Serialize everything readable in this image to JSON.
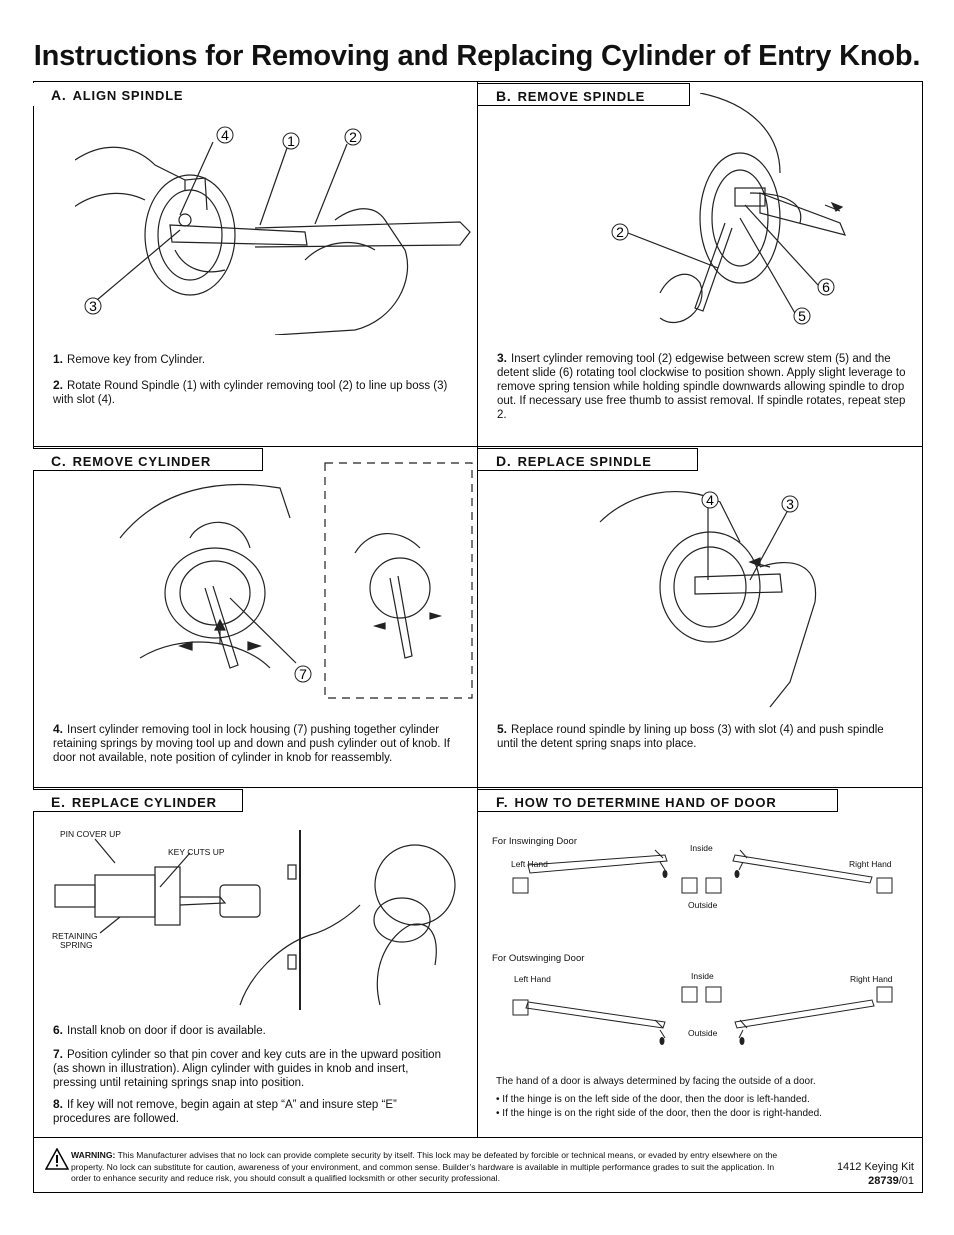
{
  "title": "Instructions for Removing and Replacing Cylinder of Entry Knob.",
  "sections": {
    "a": {
      "letter": "A.",
      "label": "ALIGN SPINDLE"
    },
    "b": {
      "letter": "B.",
      "label": "REMOVE SPINDLE"
    },
    "c": {
      "letter": "C.",
      "label": "REMOVE CYLINDER"
    },
    "d": {
      "letter": "D.",
      "label": "REPLACE SPINDLE"
    },
    "e": {
      "letter": "E.",
      "label": "REPLACE CYLINDER"
    },
    "f": {
      "letter": "F.",
      "label": "HOW TO DETERMINE HAND OF DOOR"
    }
  },
  "steps": {
    "s1": {
      "num": "1.",
      "text": "Remove key from Cylinder."
    },
    "s2": {
      "num": "2.",
      "text": "Rotate Round Spindle (1) with cylinder removing tool (2) to line up boss (3) with slot (4)."
    },
    "s3": {
      "num": "3.",
      "text": "Insert cylinder removing tool (2) edgewise between screw stem (5) and the detent slide (6) rotating tool clockwise to position shown.  Apply slight leverage to remove spring tension while holding spindle downwards allowing spindle to drop out.  If necessary use free thumb to assist removal.  If spindle rotates, repeat step 2."
    },
    "s4": {
      "num": "4.",
      "text": "Insert cylinder removing tool in lock housing (7) pushing together cylinder retaining springs by moving tool up and down and push cylinder out of knob.  If door not available, note position of cylinder in knob for reassembly."
    },
    "s5": {
      "num": "5.",
      "text": "Replace round spindle by lining up boss (3) with slot (4) and push spindle until the detent spring snaps into place."
    },
    "s6": {
      "num": "6.",
      "text": "Install knob on door if door is available."
    },
    "s7": {
      "num": "7.",
      "text": "Position cylinder so that pin cover and key cuts are in the upward position (as shown in illustration).  Align cylinder with guides in knob and insert, pressing until retaining springs snap into position."
    },
    "s8": {
      "num": "8.",
      "text": "If key will not remove, begin again at step “A” and insure step “E” procedures are followed."
    }
  },
  "callouts": {
    "a": [
      "4",
      "1",
      "2",
      "3"
    ],
    "b": [
      "2",
      "6",
      "5"
    ],
    "c": [
      "7"
    ],
    "d": [
      "4",
      "3"
    ]
  },
  "replace_cylinder_labels": {
    "pin_cover": "PIN COVER UP",
    "key_cuts": "KEY CUTS UP",
    "retaining": "RETAINING",
    "spring": "SPRING"
  },
  "hand": {
    "inswing_title": "For Inswinging Door",
    "outswing_title": "For Outswinging Door",
    "left": "Left Hand",
    "right": "Right Hand",
    "inside": "Inside",
    "outside": "Outside",
    "rule": "The hand of a door is always determined by facing the outside of a door.",
    "bullets": [
      "If the hinge is on the left side of the door, then the door is left-handed.",
      "If the hinge is on the right side of the door, then the door is right-handed."
    ]
  },
  "warning": {
    "label": "WARNING:",
    "text": "This Manufacturer advises that no lock can provide complete security by itself.  This lock may be defeated by forcible or technical means, or evaded by entry elsewhere on the property.  No lock can substitute for caution, awareness of your environment, and common sense. Builder’s hardware is available in multiple performance grades to suit the application. In order to enhance security and reduce risk, you should consult a qualified locksmith or other security professional."
  },
  "kit": {
    "name": "1412 Keying Kit",
    "part": "28739",
    "rev": "/01"
  }
}
